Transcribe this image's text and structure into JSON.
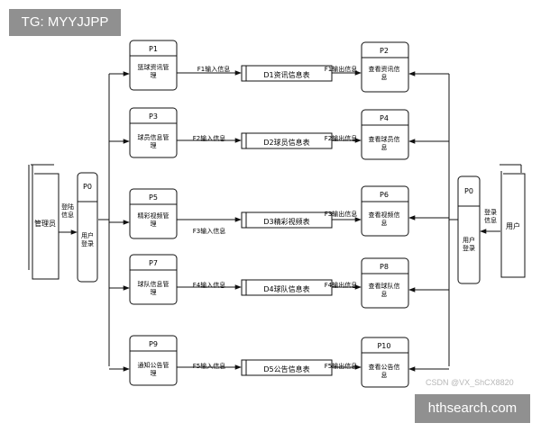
{
  "processes": {
    "p0_left": {
      "id": "P0",
      "name": "用户\n登录"
    },
    "p0_right": {
      "id": "P0",
      "name": "用户\n登录"
    },
    "p1": {
      "id": "P1",
      "name": "篮球资讯管\n理"
    },
    "p2": {
      "id": "P2",
      "name": "查看资讯信\n息"
    },
    "p3": {
      "id": "P3",
      "name": "球员信息管\n理"
    },
    "p4": {
      "id": "P4",
      "name": "查看球员信\n息"
    },
    "p5": {
      "id": "P5",
      "name": "精彩视频管\n理"
    },
    "p6": {
      "id": "P6",
      "name": "查看视频信\n息"
    },
    "p7": {
      "id": "P7",
      "name": "球队信息管\n理"
    },
    "p8": {
      "id": "P8",
      "name": "查看球队信\n息"
    },
    "p9": {
      "id": "P9",
      "name": "通知公告管\n理"
    },
    "p10": {
      "id": "P10",
      "name": "查看公告信\n息"
    }
  },
  "datastores": {
    "d1": "D1资讯信息表",
    "d2": "D2球员信息表",
    "d3": "D3精彩视频表",
    "d4": "D4球队信息表",
    "d5": "D5公告信息表"
  },
  "entities": {
    "admin": "管理员",
    "user": "用户"
  },
  "flows": {
    "login_left": "登陆\n信息",
    "login_right": "登录\n信息",
    "f1_in": "F1输入信息",
    "f1_out": "F1输出信息",
    "f2_in": "F2输入信息",
    "f2_out": "F2输出信息",
    "f3_in": "F3输入信息",
    "f3_out": "F3输出信息",
    "f4_in": "F4输入信息",
    "f4_out": "F4输出信息",
    "f5_in": "F5输入信息",
    "f5_out": "F5输出信息"
  },
  "watermarks": {
    "top_left": "TG: MYYJJPP",
    "bottom_right": "hthsearch.com",
    "csdn": "CSDN @VX_ShCX8820"
  }
}
